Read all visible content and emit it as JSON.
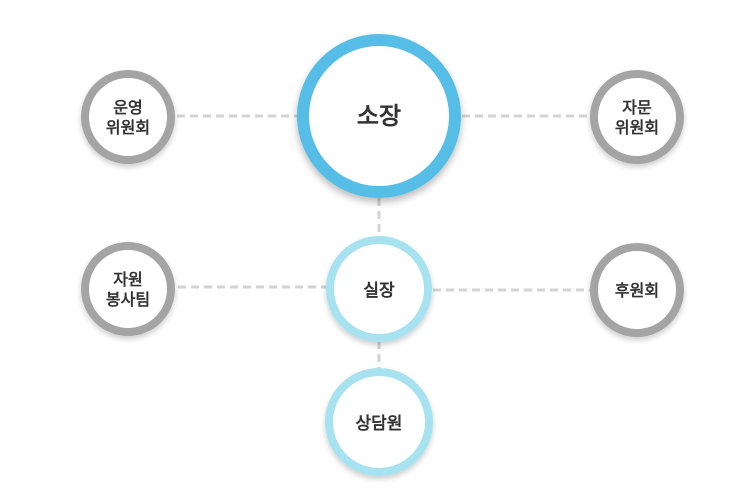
{
  "org": {
    "director": {
      "label": "소장"
    },
    "operating_committee": {
      "lines": [
        "운영",
        "위원회"
      ]
    },
    "advisory_committee": {
      "lines": [
        "자문",
        "위원회"
      ]
    },
    "chief": {
      "label": "실장"
    },
    "volunteer_team": {
      "lines": [
        "자원",
        "봉사팀"
      ]
    },
    "supporters": {
      "label": "후원회"
    },
    "counselor": {
      "label": "상담원"
    }
  },
  "colors": {
    "primary_ring": "#55bde6",
    "secondary_ring": "#a6e2ef",
    "gray_ring": "#a4a4a4",
    "connector": "#d3d3d3",
    "text": "#333333"
  }
}
